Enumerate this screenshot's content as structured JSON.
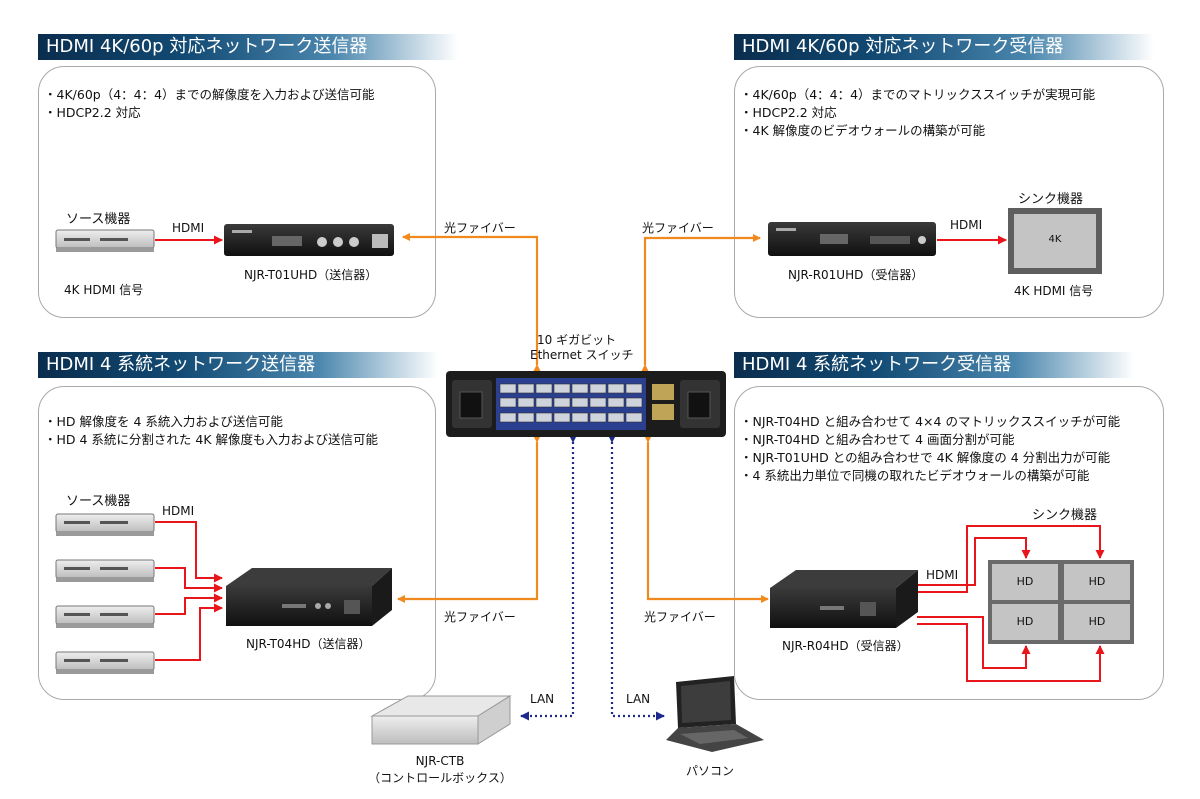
{
  "panels": {
    "top_left": {
      "title": "HDMI 4K/60p 対応ネットワーク送信器",
      "bullets": [
        "・4K/60p（4：4：4）までの解像度を入力および送信可能",
        "・HDCP2.2 対応"
      ],
      "source_label": "ソース機器",
      "hdmi_label": "HDMI",
      "device_label": "NJR-T01UHD（送信器）",
      "signal_label": "4K HDMI 信号"
    },
    "top_right": {
      "title": "HDMI 4K/60p 対応ネットワーク受信器",
      "bullets": [
        "・4K/60p（4：4：4）までのマトリックススイッチが実現可能",
        "・HDCP2.2 対応",
        "・4K 解像度のビデオウォールの構築が可能"
      ],
      "sink_label": "シンク機器",
      "hdmi_label": "HDMI",
      "screen_label": "4K",
      "device_label": "NJR-R01UHD（受信器）",
      "signal_label": "4K HDMI 信号"
    },
    "bottom_left": {
      "title": "HDMI 4 系統ネットワーク送信器",
      "bullets": [
        "・HD 解像度を 4 系統入力および送信可能",
        "・HD 4 系統に分割された 4K 解像度も入力および送信可能"
      ],
      "source_label": "ソース機器",
      "hdmi_label": "HDMI",
      "device_label": "NJR-T04HD（送信器）"
    },
    "bottom_right": {
      "title": "HDMI 4 系統ネットワーク受信器",
      "bullets": [
        "・NJR-T04HD と組み合わせて 4×4 のマトリックススイッチが可能",
        "・NJR-T04HD と組み合わせて 4 画面分割が可能",
        "・NJR-T01UHD との組み合わせで 4K 解像度の 4 分割出力が可能",
        "・4 系統出力単位で同機の取れたビデオウォールの構築が可能"
      ],
      "sink_label": "シンク機器",
      "hdmi_label": "HDMI",
      "screens": [
        "HD",
        "HD",
        "HD",
        "HD"
      ],
      "device_label": "NJR-R04HD（受信器）"
    }
  },
  "center": {
    "switch_label_line1": "10 ギガビット",
    "switch_label_line2": "Ethernet スイッチ",
    "fiber_labels": [
      "光ファイバー",
      "光ファイバー",
      "光ファイバー",
      "光ファイバー"
    ],
    "lan_labels": [
      "LAN",
      "LAN"
    ],
    "control_box_line1": "NJR-CTB",
    "control_box_line2": "（コントロールボックス）",
    "pc_label": "パソコン"
  },
  "colors": {
    "fiber": "#f08a1e",
    "hdmi": "#e8151b",
    "lan": "#1d2a8c",
    "title_bar": "#0a2d4e"
  }
}
